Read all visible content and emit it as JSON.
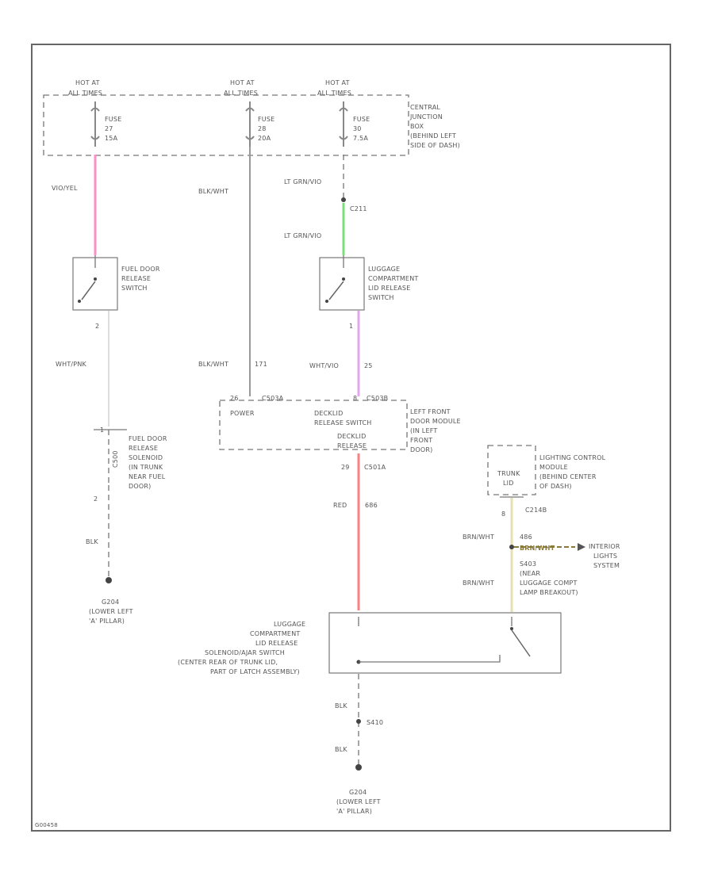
{
  "colors": {
    "pink": "#ff8fc8",
    "green": "#7be07b",
    "violet": "#e2a6f2",
    "red": "#ff8080",
    "tan": "#e6e0b0",
    "dark_tan": "#8a7a3a"
  },
  "fuses": [
    {
      "hot": "HOT AT",
      "hot2": "ALL TIMES",
      "fuse": "FUSE",
      "num": "27",
      "amp": "15A"
    },
    {
      "hot": "HOT AT",
      "hot2": "ALL TIMES",
      "fuse": "FUSE",
      "num": "28",
      "amp": "20A"
    },
    {
      "hot": "HOT AT",
      "hot2": "ALL TIMES",
      "fuse": "FUSE",
      "num": "30",
      "amp": "7.5A"
    }
  ],
  "central_box": [
    "CENTRAL",
    "JUNCTION",
    "BOX",
    "(BEHIND LEFT",
    "SIDE OF DASH)"
  ],
  "wires": {
    "w1": "VIO/YEL",
    "w2": "BLK/WHT",
    "w3a": "LT GRN/VIO",
    "c211": "C211",
    "w3b": "LT GRN/VIO",
    "w4": "WHT/PNK",
    "w5": "BLK/WHT",
    "w5n": "171",
    "w6": "WHT/VIO",
    "w6n": "25",
    "red": "RED",
    "redn": "686",
    "blk1": "BLK",
    "blk2": "BLK",
    "blk3": "BLK",
    "brn1": "BRN/WHT",
    "brn1n": "486",
    "brn2": "BRN/WHT"
  },
  "fuel_switch": [
    "FUEL DOOR",
    "RELEASE",
    "SWITCH"
  ],
  "fuel_switch_pin": "2",
  "lug_switch": [
    "LUGGAGE",
    "COMPARTMENT",
    "LID RELEASE",
    "SWITCH"
  ],
  "lug_switch_pin": "1",
  "fuel_solenoid": [
    "FUEL DOOR",
    "RELEASE",
    "SOLENOID",
    "(IN TRUNK",
    "NEAR FUEL",
    "DOOR)"
  ],
  "fuel_solenoid_pin": "1",
  "fuel_solenoid_pin2": "2",
  "fuel_solenoid_conn": "C500",
  "door_module": {
    "power": "POWER",
    "c_left": "C503A",
    "c_right": "C503B",
    "pin_left": "26",
    "pin_right": "8",
    "decklid1": "DECKLID",
    "decklid1b": "RELEASE SWITCH",
    "decklid2": "DECKLID",
    "decklid2b": "RELEASE",
    "note": [
      "LEFT FRONT",
      "DOOR MODULE",
      "(IN LEFT",
      "FRONT",
      "DOOR)"
    ],
    "out_pin": "29",
    "out_conn": "C501A"
  },
  "lighting_module": {
    "trunk": "TRUNK",
    "lid": "LID",
    "pin": "8",
    "conn": "C214B",
    "note": [
      "LIGHTING CONTROL",
      "MODULE",
      "(BEHIND CENTER",
      "OF DASH)"
    ]
  },
  "interior_ref": "BRN/WHT",
  "interior": [
    "INTERIOR",
    "LIGHTS",
    "SYSTEM"
  ],
  "s-note": [
    "S403",
    "(NEAR",
    "LUGGAGE COMPT",
    "LAMP BREAKOUT)"
  ],
  "latch": [
    "LUGGAGE",
    "COMPARTMENT",
    "LID RELEASE",
    "SOLENOID/AJAR SWITCH",
    "(CENTER REAR OF TRUNK LID,",
    "PART OF LATCH ASSEMBLY)"
  ],
  "s-splice": "S410",
  "ground1": [
    "G204",
    "(LOWER LEFT",
    "'A' PILLAR)"
  ],
  "ground2": [
    "G204",
    "(LOWER LEFT",
    "'A' PILLAR)"
  ],
  "figure_id": "G00458"
}
